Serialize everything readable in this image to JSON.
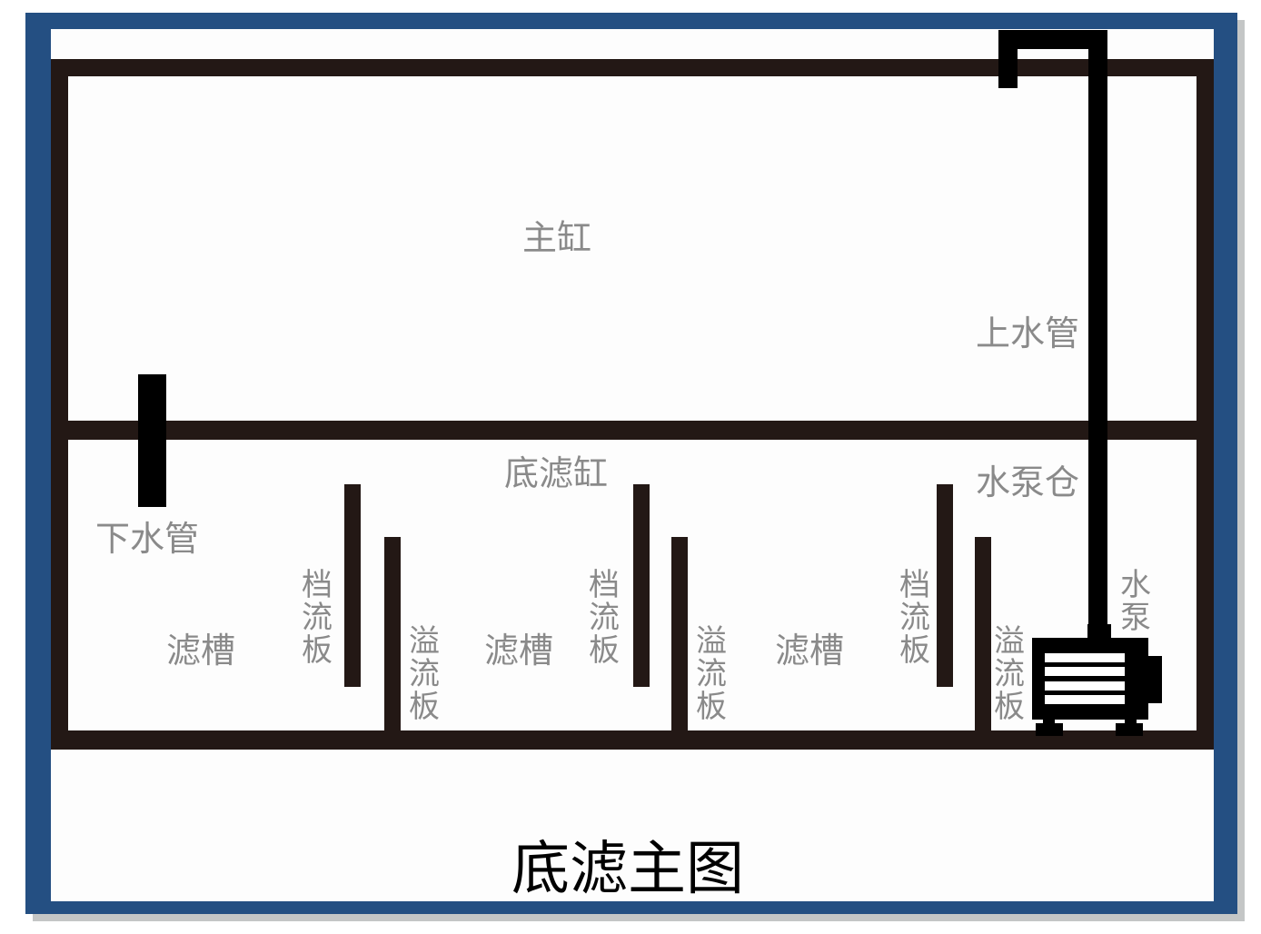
{
  "diagram": {
    "title": "底滤主图",
    "colors": {
      "frame": "#244f82",
      "wall": "#231815",
      "pipe": "#000000",
      "label": "#8a8a8a",
      "background": "#fdfdfd"
    },
    "labels": {
      "main_tank": "主缸",
      "inlet_pipe": "上水管",
      "sump_tank": "底滤缸",
      "pump_chamber": "水泵仓",
      "drain_pipe": "下水管",
      "pump": "水泵",
      "filter_slot_1": "滤槽",
      "filter_slot_2": "滤槽",
      "filter_slot_3": "滤槽",
      "baffle_1": "档流板",
      "baffle_2": "档流板",
      "baffle_3": "档流板",
      "overflow_1": "溢流板",
      "overflow_2": "溢流板",
      "overflow_3": "溢流板"
    }
  }
}
